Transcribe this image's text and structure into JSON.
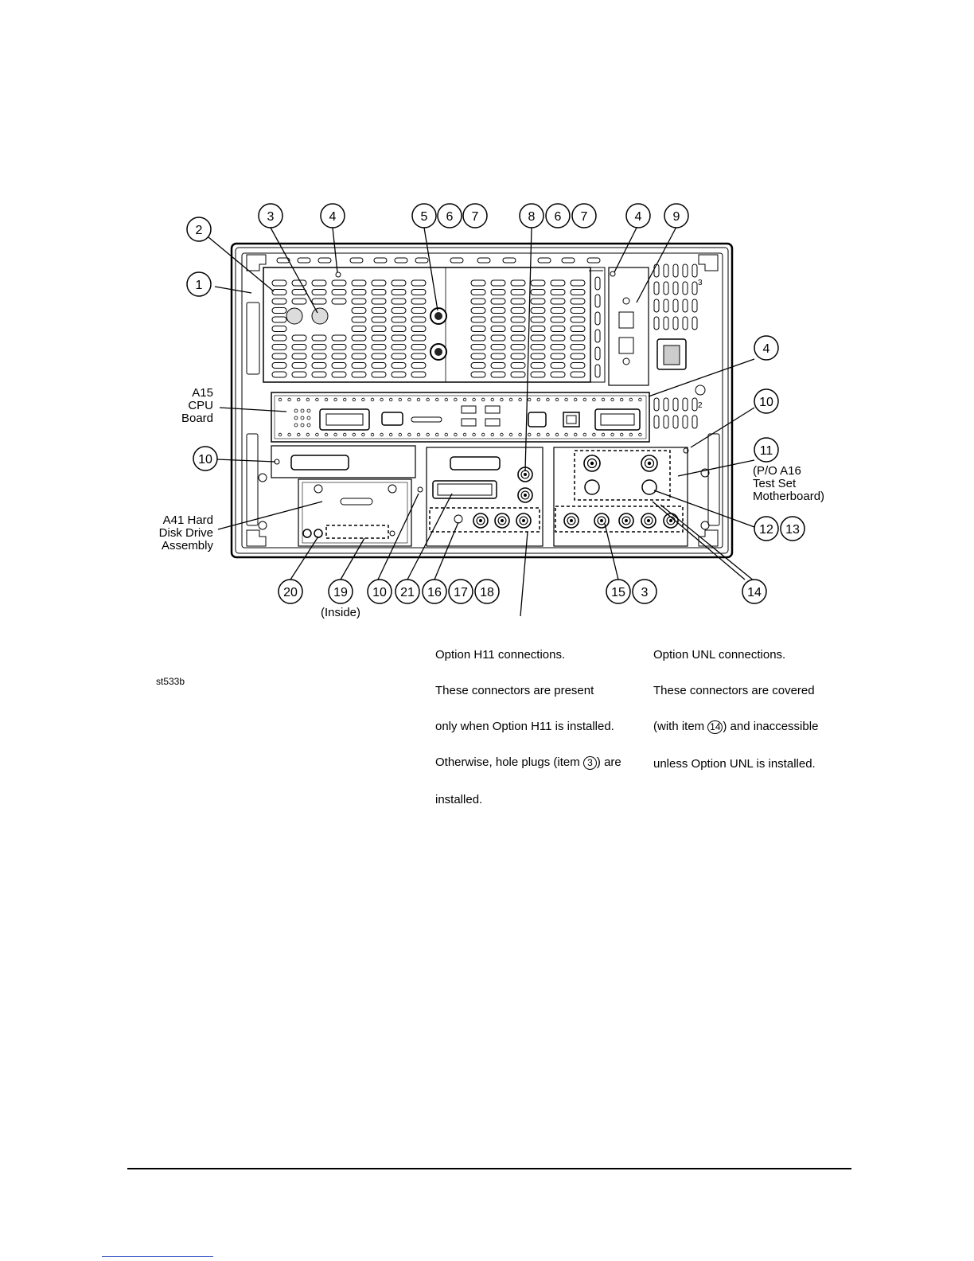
{
  "figure_id": "st533b",
  "callouts": {
    "c1": "1",
    "c2": "2",
    "c3a": "3",
    "c4a": "4",
    "c5": "5",
    "c6a": "6",
    "c7a": "7",
    "c8": "8",
    "c6b": "6",
    "c7b": "7",
    "c4b": "4",
    "c9": "9",
    "c4c": "4",
    "c10a": "10",
    "c10b": "10",
    "c11": "11",
    "c12": "12",
    "c13": "13",
    "c14": "14",
    "c20": "20",
    "c19": "19",
    "c10c": "10",
    "c21": "21",
    "c16": "16",
    "c17": "17",
    "c18": "18",
    "c15": "15",
    "c3b": "3"
  },
  "labels": {
    "cpu_board": [
      "A15",
      "CPU",
      "Board"
    ],
    "hard_disk": [
      "A41 Hard",
      "Disk Drive",
      "Assembly"
    ],
    "test_set": [
      "(P/O A16",
      "Test Set",
      "Motherboard)"
    ],
    "inside": "(Inside)"
  },
  "notes": {
    "h11": {
      "title": "Option H11 connections.",
      "line2": "These connectors are present",
      "line3": "only when Option H11 is installed.",
      "line4_pre": "Otherwise, hole plugs (item ",
      "line4_item": "3",
      "line4_post": ") are",
      "line5": "installed."
    },
    "unl": {
      "title": "Option UNL connections.",
      "line2": "These connectors are covered",
      "line3_pre": "(with item ",
      "line3_item": "14",
      "line3_post": ") and inaccessible",
      "line4": "unless Option UNL is installed."
    }
  }
}
